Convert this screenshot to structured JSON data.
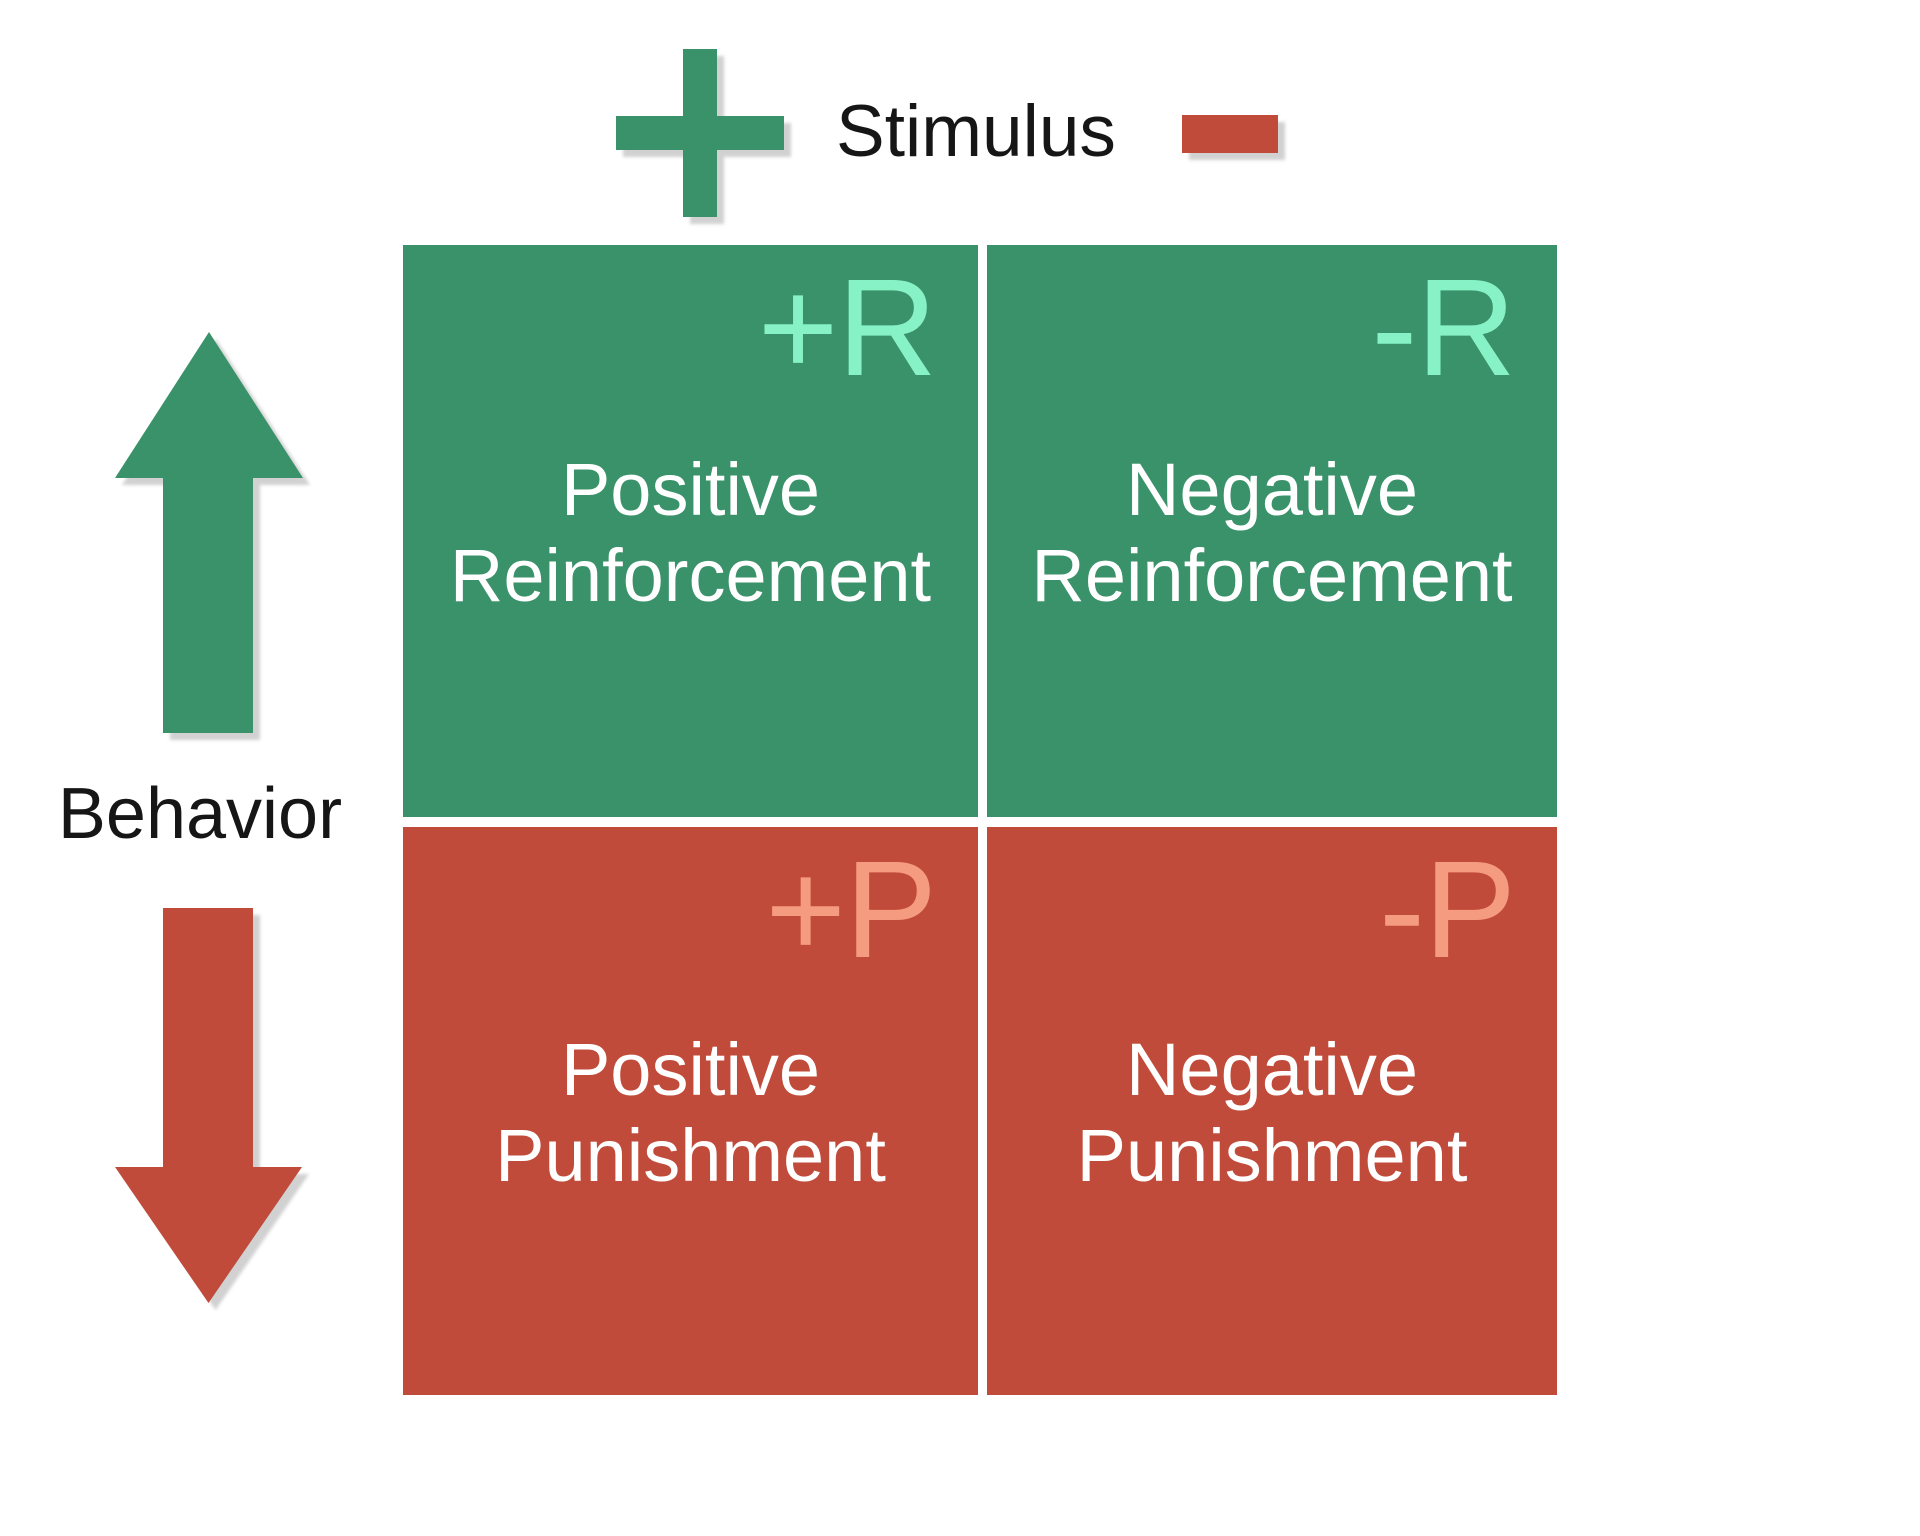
{
  "stimulus_axis": {
    "label": "Stimulus",
    "plus_color": "#3a926a",
    "minus_color": "#c14b3a"
  },
  "behavior_axis": {
    "label": "Behavior",
    "up_arrow_color": "#3a926a",
    "down_arrow_color": "#c14b3a"
  },
  "quadrants": [
    {
      "badge": "+R",
      "label_line1": "Positive",
      "label_line2": "Reinforcement",
      "background_color": "#3a926a",
      "badge_color": "#87f2c6",
      "text_color": "#ffffff"
    },
    {
      "badge": "-R",
      "label_line1": "Negative",
      "label_line2": "Reinforcement",
      "background_color": "#3a926a",
      "badge_color": "#87f2c6",
      "text_color": "#ffffff"
    },
    {
      "badge": "+P",
      "label_line1": "Positive",
      "label_line2": "Punishment",
      "background_color": "#c14b3a",
      "badge_color": "#f59b80",
      "text_color": "#ffffff"
    },
    {
      "badge": "-P",
      "label_line1": "Negative",
      "label_line2": "Punishment",
      "background_color": "#c14b3a",
      "badge_color": "#f59b80",
      "text_color": "#ffffff"
    }
  ]
}
